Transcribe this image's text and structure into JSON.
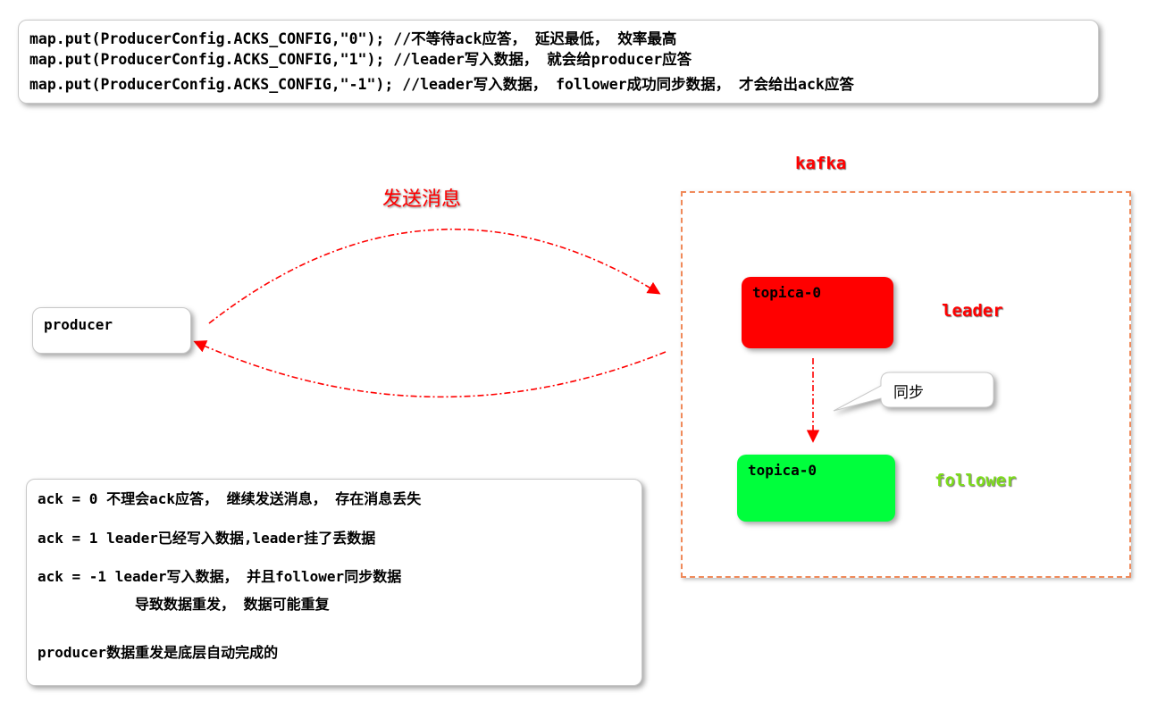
{
  "code": {
    "lines": [
      "map.put(ProducerConfig.ACKS_CONFIG,\"0\"); //不等待ack应答， 延迟最低， 效率最高",
      "map.put(ProducerConfig.ACKS_CONFIG,\"1\"); //leader写入数据， 就会给producer应答",
      "map.put(ProducerConfig.ACKS_CONFIG,\"-1\"); //leader写入数据， follower成功同步数据， 才会给出ack应答"
    ]
  },
  "producer": {
    "label": "producer"
  },
  "send_label": "发送消息",
  "kafka": {
    "label": "kafka",
    "leader_partition": "topica-0",
    "leader_label": "leader",
    "follower_partition": "topica-0",
    "follower_label": "follower",
    "sync_label": "同步"
  },
  "notes": {
    "ack0": "ack = 0 不理会ack应答， 继续发送消息， 存在消息丢失",
    "ack1": "ack = 1  leader已经写入数据,leader挂了丢数据",
    "ackm1_line1": "ack = -1 leader写入数据， 并且follower同步数据",
    "ackm1_line2": "导致数据重发， 数据可能重复",
    "producer_note": "producer数据重发是底层自动完成的"
  },
  "colors": {
    "arrow": "#ff0000",
    "leader": "#ff0000",
    "follower": "#00ff3c",
    "kafka_border": "#f08a5a"
  }
}
